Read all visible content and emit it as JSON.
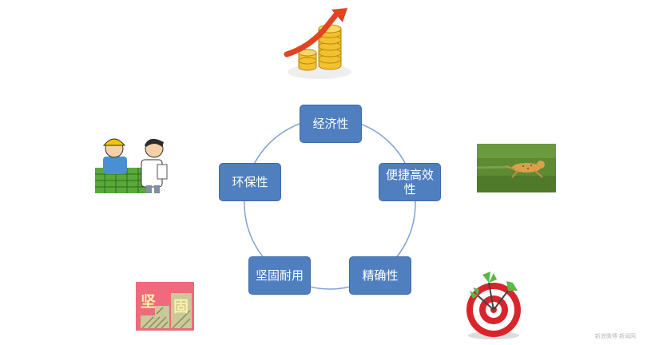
{
  "diagram": {
    "nodes": [
      {
        "id": "economy",
        "label": "经济性"
      },
      {
        "id": "efficient",
        "label": "便捷高效性"
      },
      {
        "id": "accurate",
        "label": "精确性"
      },
      {
        "id": "durable",
        "label": "坚固耐用"
      },
      {
        "id": "eco",
        "label": "环保性"
      }
    ],
    "cycle_color": "#7da2d8",
    "node_color": "#4f7fbf"
  },
  "images": [
    {
      "icon": "coins-rising-arrow-icon"
    },
    {
      "icon": "running-cheetah-photo"
    },
    {
      "icon": "target-darts-icon"
    },
    {
      "icon": "jian-gu-stamp-icon",
      "text": "坚固"
    },
    {
      "icon": "workers-cartoon-icon"
    }
  ],
  "watermark": "新浪微博·新闻网"
}
